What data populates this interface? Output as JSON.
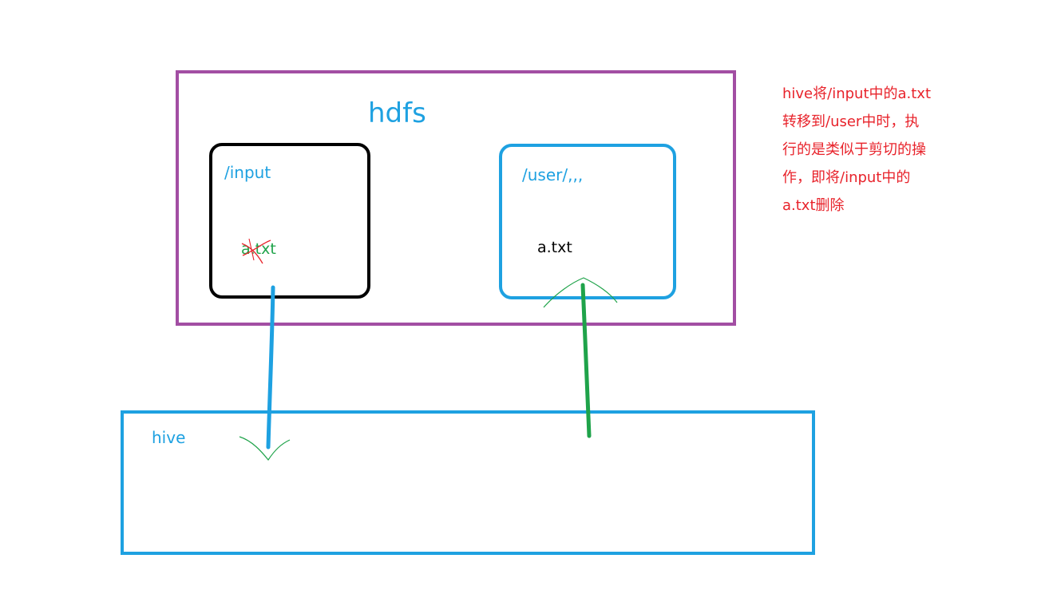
{
  "diagram": {
    "hdfs_title": "hdfs",
    "input_dir": "/input",
    "user_dir": "/user/,,,",
    "input_file": "a.txt",
    "user_file": "a.txt",
    "hive_label": "hive",
    "note_lines": [
      "hive将/input中的a.txt",
      "转移到/user中时，执",
      "行的是类似于剪切的操",
      "作，即将/input中的",
      "a.txt删除"
    ]
  },
  "colors": {
    "hdfs_border": "#a24ea3",
    "dir_border_input": "#000000",
    "dir_border_user": "#1ea1e1",
    "hive_border": "#1ea1e1",
    "arrow_out": "#1ea1e1",
    "arrow_in": "#1fa34a",
    "cross_mark": "#e8232b",
    "note_text": "#e8232b"
  }
}
